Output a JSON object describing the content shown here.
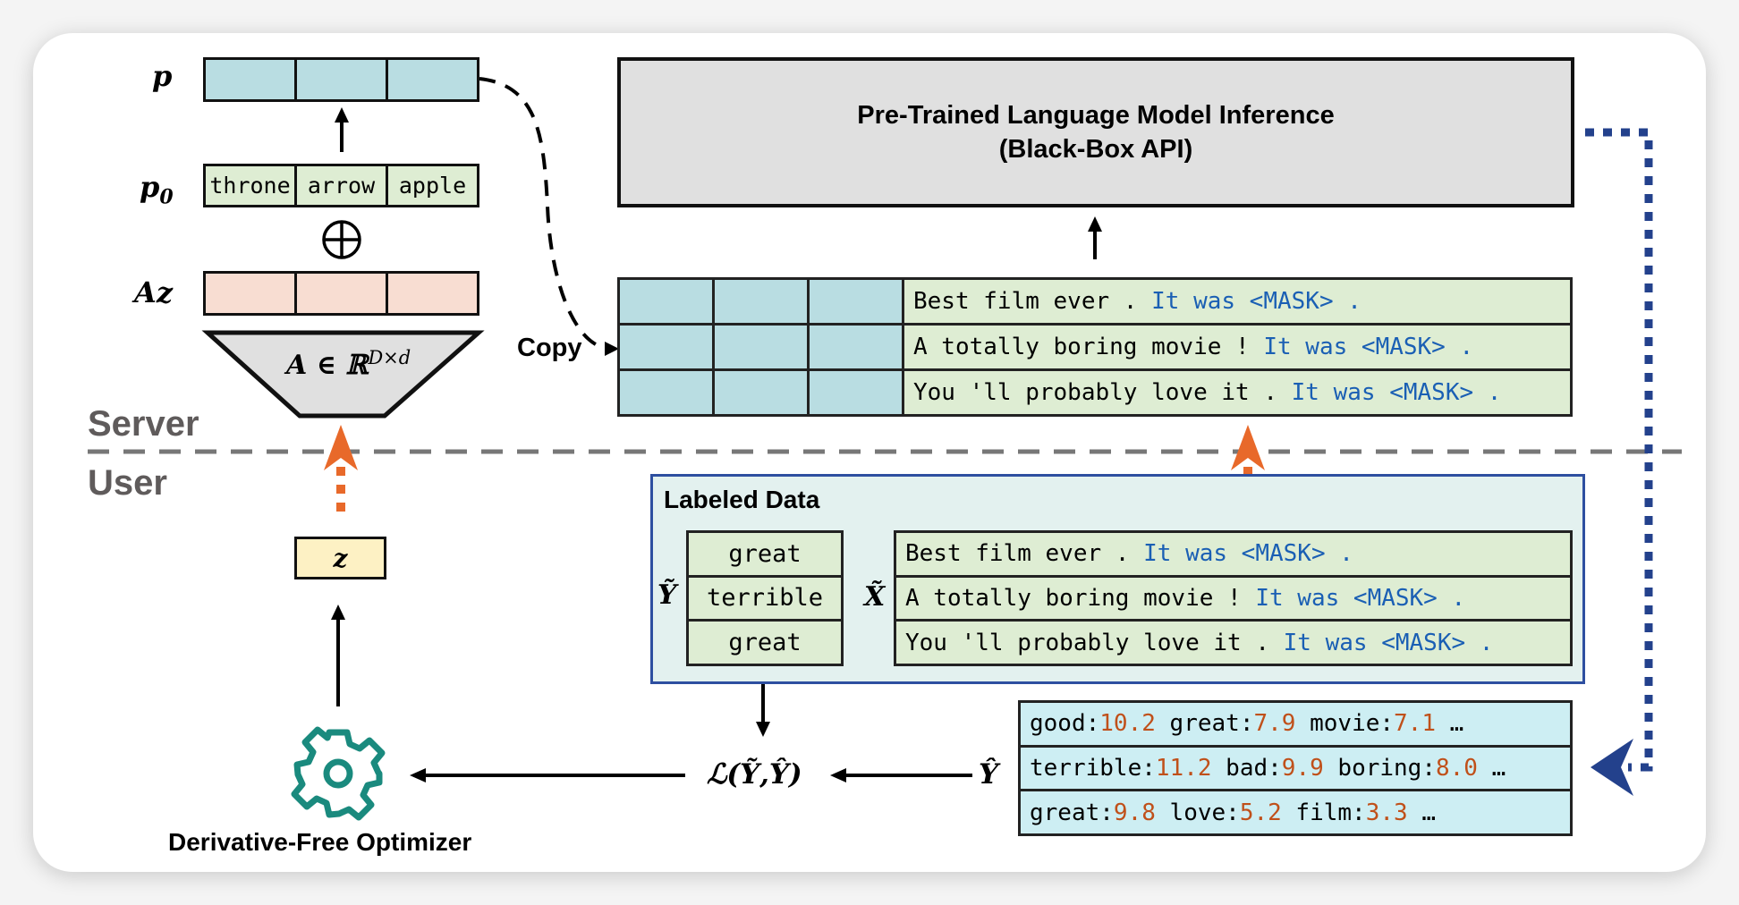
{
  "zones": {
    "server": "Server",
    "user": "User"
  },
  "left_stack": {
    "p_label": "p",
    "p0_label": "p",
    "p0_sub": "0",
    "p0_tokens": [
      "throne",
      "arrow",
      "apple"
    ],
    "plus_symbol": "⊕",
    "az_label": "Az",
    "projection_label": "A ∈ ℝ",
    "projection_sup": "D×d",
    "z_label": "z",
    "optimizer_label": "Derivative-Free Optimizer"
  },
  "copy_label": "Copy",
  "lm_box": {
    "line1": "Pre-Trained Language Model Inference",
    "line2": "(Black-Box API)"
  },
  "server_inputs": [
    {
      "text": "Best film ever . ",
      "prompt": "It was <MASK> ."
    },
    {
      "text": "A totally boring movie ! ",
      "prompt": "It was <MASK> ."
    },
    {
      "text": "You 'll probably love it . ",
      "prompt": "It was <MASK> ."
    }
  ],
  "labeled_data": {
    "title": "Labeled Data",
    "y_tilde_label": "Ỹ",
    "x_tilde_label": "X̃",
    "labels": [
      "great",
      "terrible",
      "great"
    ],
    "inputs": [
      {
        "text": "Best film ever . ",
        "prompt": "It was <MASK> ."
      },
      {
        "text": "A totally boring movie ! ",
        "prompt": "It was <MASK> ."
      },
      {
        "text": "You 'll probably love it . ",
        "prompt": "It was <MASK> ."
      }
    ]
  },
  "loss_label": "ℒ(Ỹ,Ŷ)",
  "y_hat_label": "Ŷ",
  "predictions": [
    [
      {
        "w": "good:",
        "v": "10.2"
      },
      {
        "w": " great:",
        "v": "7.9"
      },
      {
        "w": " movie:",
        "v": "7.1"
      },
      {
        "w": " …",
        "v": ""
      }
    ],
    [
      {
        "w": "terrible:",
        "v": "11.2"
      },
      {
        "w": " bad:",
        "v": "9.9"
      },
      {
        "w": " boring:",
        "v": "8.0"
      },
      {
        "w": " …",
        "v": ""
      }
    ],
    [
      {
        "w": "great:",
        "v": "9.8"
      },
      {
        "w": " love:",
        "v": "5.2"
      },
      {
        "w": " film:",
        "v": "3.3"
      },
      {
        "w": " …",
        "v": ""
      }
    ]
  ],
  "colors": {
    "prompt_blue": "#1a5fb4",
    "score_orange": "#c0501a",
    "arrow_orange": "#e8692a",
    "arrow_navy": "#23418c",
    "gear_teal": "#1a8a7e"
  }
}
